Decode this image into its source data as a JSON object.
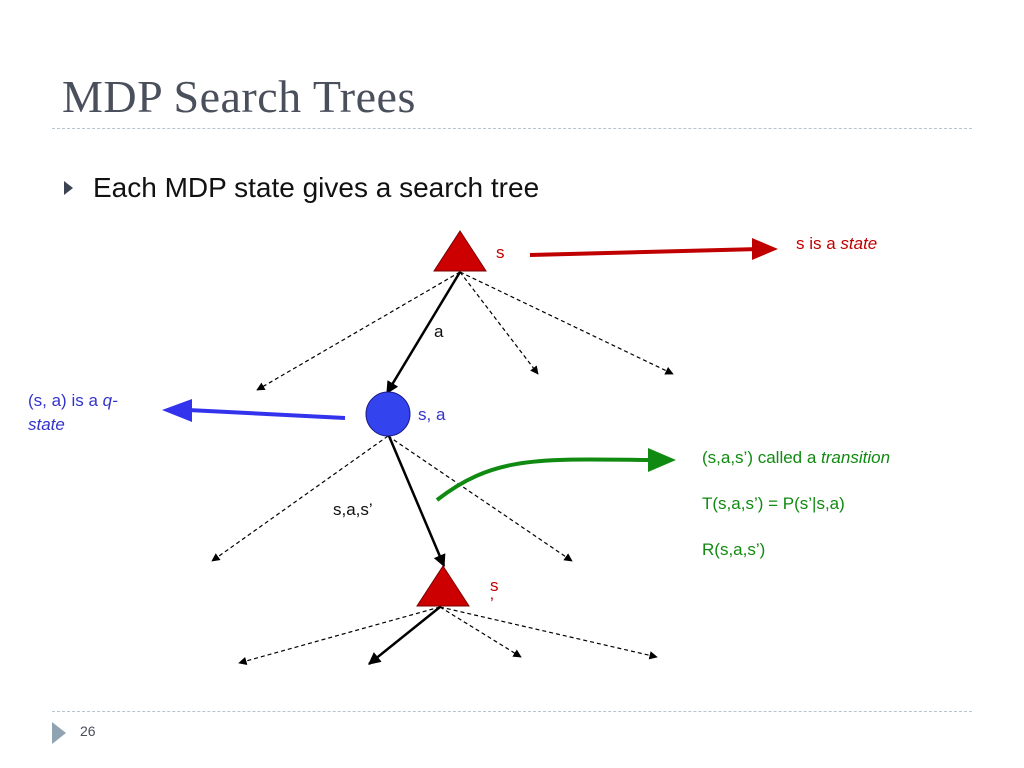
{
  "slide": {
    "title": "MDP Search Trees",
    "bullet": "Each MDP state gives a search tree",
    "page_number": "26"
  },
  "diagram": {
    "nodes": {
      "state_top": "s",
      "q_state": "s, a",
      "state_bottom_line1": "s",
      "state_bottom_line2": "’"
    },
    "edges": {
      "action": "a",
      "transition": "s,a,s’"
    },
    "annotations": {
      "state": {
        "prefix": "s is a ",
        "emph": "state"
      },
      "q_state": {
        "prefix": "(s, a) is a ",
        "emph": "q-",
        "line2": "state"
      },
      "transition": {
        "prefix": "(s,a,s’) called a ",
        "emph": "transition",
        "formula_t": "T(s,a,s’) = P(s’|s,a)",
        "formula_r": "R(s,a,s’)"
      }
    },
    "colors": {
      "state_node": "#cc0000",
      "q_state_node": "#3344ee",
      "state_arrow": "#c00000",
      "q_state_arrow": "#3333ee",
      "transition_arrow": "#118a11"
    }
  }
}
